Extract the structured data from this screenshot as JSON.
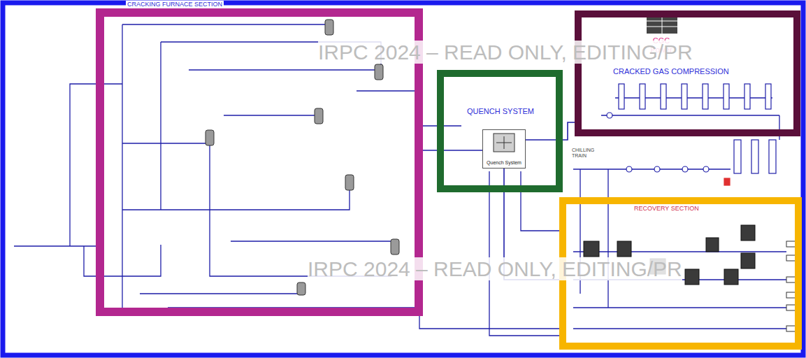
{
  "diagram": {
    "nodes": [
      {
        "text": [
          "CRACKING FURNACE SECTION"
        ]
      },
      {
        "text": [
          "QUENCH SYSTEM"
        ]
      },
      {
        "text": [
          "Quench System"
        ],
        "in": 1
      },
      {
        "text": [
          "CGC Power",
          "CRACKED GAS COMPRESSION"
        ]
      },
      {
        "text": [
          "RECOVERY SECTION"
        ]
      }
    ],
    "edges": [
      {
        "from": 0,
        "to": 2,
        "arrow": "none"
      },
      {
        "from": 2,
        "to": 3,
        "arrow": "none"
      },
      {
        "from": 2,
        "to": 4,
        "arrow": "none"
      }
    ],
    "labels": [
      "IRPC 2024 – READ ONLY, EDITING/PR",
      "IRPC 2024 – READ ONLY, EDITING/PR",
      "CHILLING TRAIN"
    ]
  }
}
